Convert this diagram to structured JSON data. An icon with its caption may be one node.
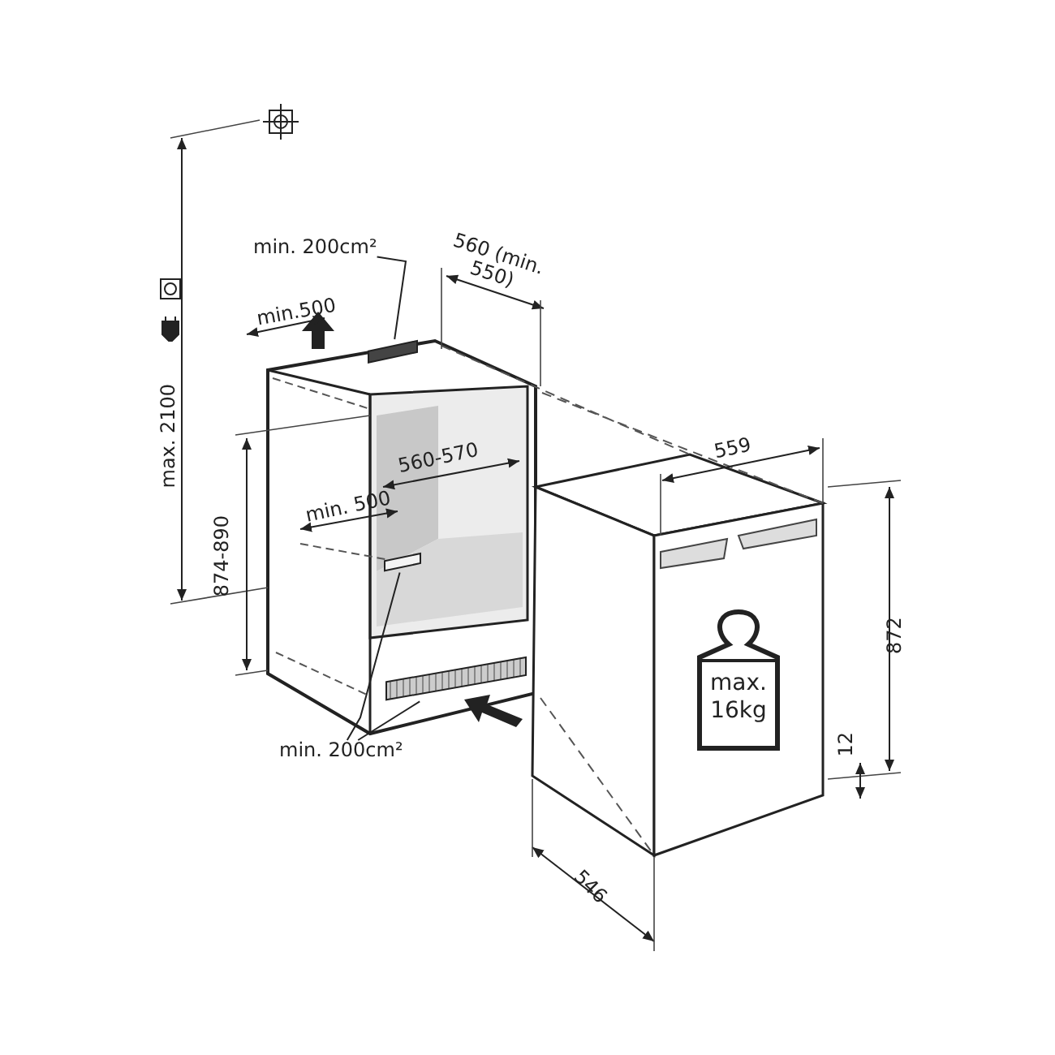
{
  "diagram": {
    "nodes": [
      {
        "text": [
          "min. 200cm²"
        ]
      },
      {
        "text": [],
        "shape": "bar"
      },
      {
        "text": [
          "min. 200cm²"
        ]
      },
      {
        "text": [],
        "shape": "bar"
      },
      {
        "text": [],
        "shape": "bar"
      },
      {
        "text": [
          "max. 16kg"
        ]
      }
    ],
    "edges": [
      {
        "from": 0,
        "to": 1,
        "arrow": "none"
      },
      {
        "from": 2,
        "to": 3,
        "arrow": "none"
      },
      {
        "from": 2,
        "to": 4,
        "arrow": "none"
      }
    ],
    "labels": [
      "max. 2100",
      "560 (min. 550)",
      "min.500",
      "874-890",
      "560-570",
      "min. 500",
      "559",
      "872",
      "12",
      "546"
    ]
  }
}
